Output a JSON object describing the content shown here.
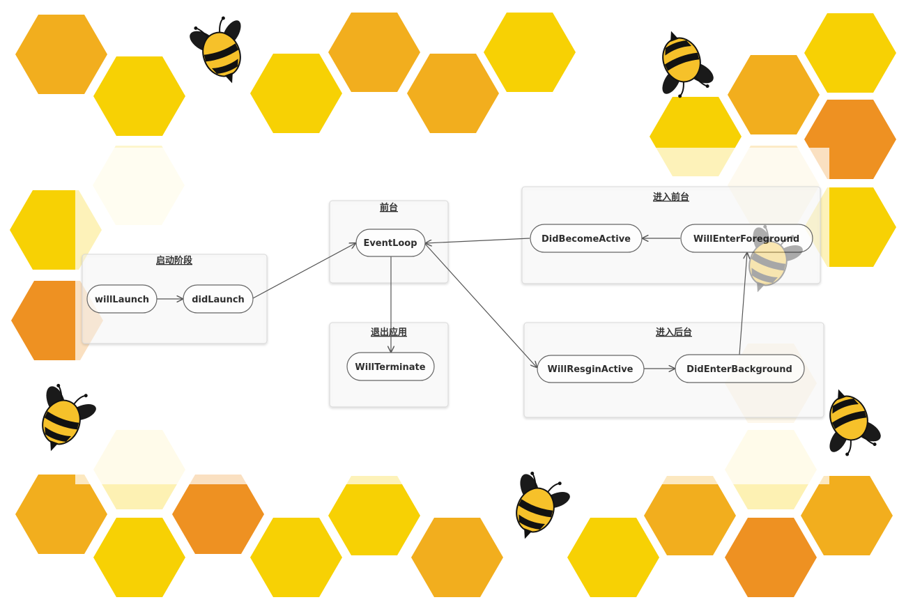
{
  "colors": {
    "hex_yellow": "#F7D104",
    "hex_amber": "#F2AE1E",
    "hex_orange": "#EE9122",
    "bee_body": "#F6C12A",
    "bee_stripe": "#1a1a1a",
    "edge": "#555555",
    "node_stroke": "#666666"
  },
  "groups": {
    "startup": "启动阶段",
    "foreground": "前台",
    "exit": "退出应用",
    "enter_foreground": "进入前台",
    "enter_background": "进入后台"
  },
  "nodes": {
    "will_launch": "willLaunch",
    "did_launch": "didLaunch",
    "event_loop": "EventLoop",
    "will_terminate": "WillTerminate",
    "did_become_active": "DidBecomeActive",
    "will_enter_foreground": "WillEnterForeground",
    "will_resign_active": "WillResginActive",
    "did_enter_background": "DidEnterBackground"
  },
  "edges": [
    {
      "from": "will_launch",
      "to": "did_launch"
    },
    {
      "from": "did_launch",
      "to": "event_loop"
    },
    {
      "from": "event_loop",
      "to": "will_terminate"
    },
    {
      "from": "event_loop",
      "to": "will_resign_active"
    },
    {
      "from": "will_resign_active",
      "to": "did_enter_background"
    },
    {
      "from": "did_enter_background",
      "to": "will_enter_foreground"
    },
    {
      "from": "will_enter_foreground",
      "to": "did_become_active"
    },
    {
      "from": "did_become_active",
      "to": "event_loop"
    }
  ],
  "icons": {
    "hexagon": "honeycomb-hexagon",
    "bee": "bee-icon"
  }
}
